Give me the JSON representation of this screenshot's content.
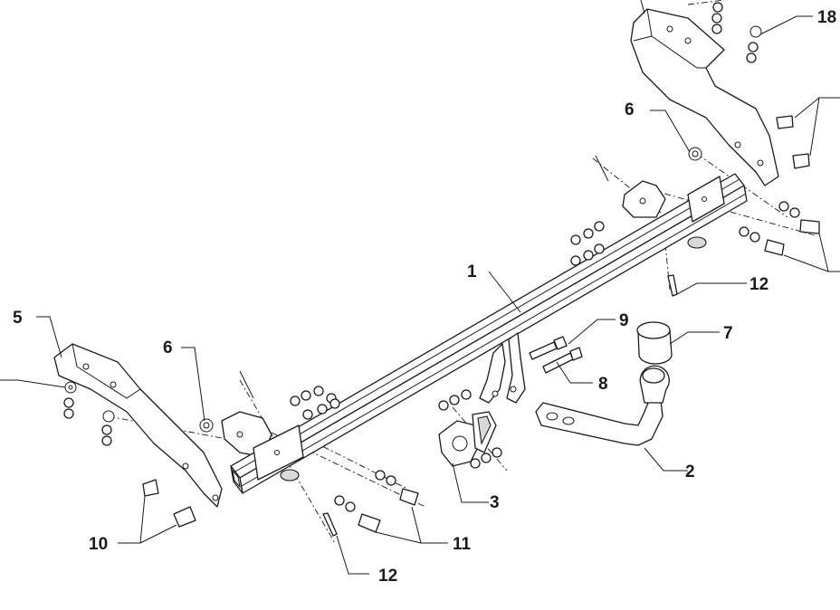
{
  "callouts": {
    "c1": "1",
    "c2": "2",
    "c3": "3",
    "c5": "5",
    "c6_left": "6",
    "c6_right": "6",
    "c7": "7",
    "c8": "8",
    "c9": "9",
    "c10": "10",
    "c11": "11",
    "c12_bottom": "12",
    "c12_right": "12",
    "c18": "18"
  }
}
